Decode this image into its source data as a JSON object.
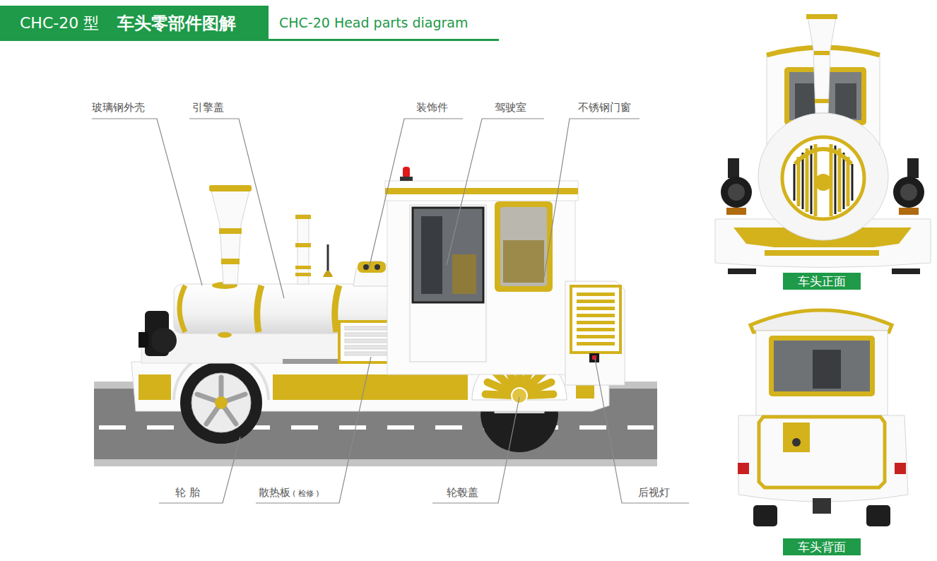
{
  "diagram": {
    "nodes": [
      {
        "text": [
          "CHC-20 型",
          "车头零部件图解"
        ]
      },
      {
        "text": [
          "车头正面"
        ]
      },
      {
        "text": [
          "车头背面"
        ]
      }
    ],
    "labels": [
      "CHC-20  Head parts diagram",
      "玻璃钢外壳",
      "引擎盖",
      "装饰件",
      "驾驶室",
      "不锈钢门窗",
      "轮 胎",
      "散热板",
      "( 检修 )",
      "轮毂盖",
      "后视灯"
    ]
  }
}
